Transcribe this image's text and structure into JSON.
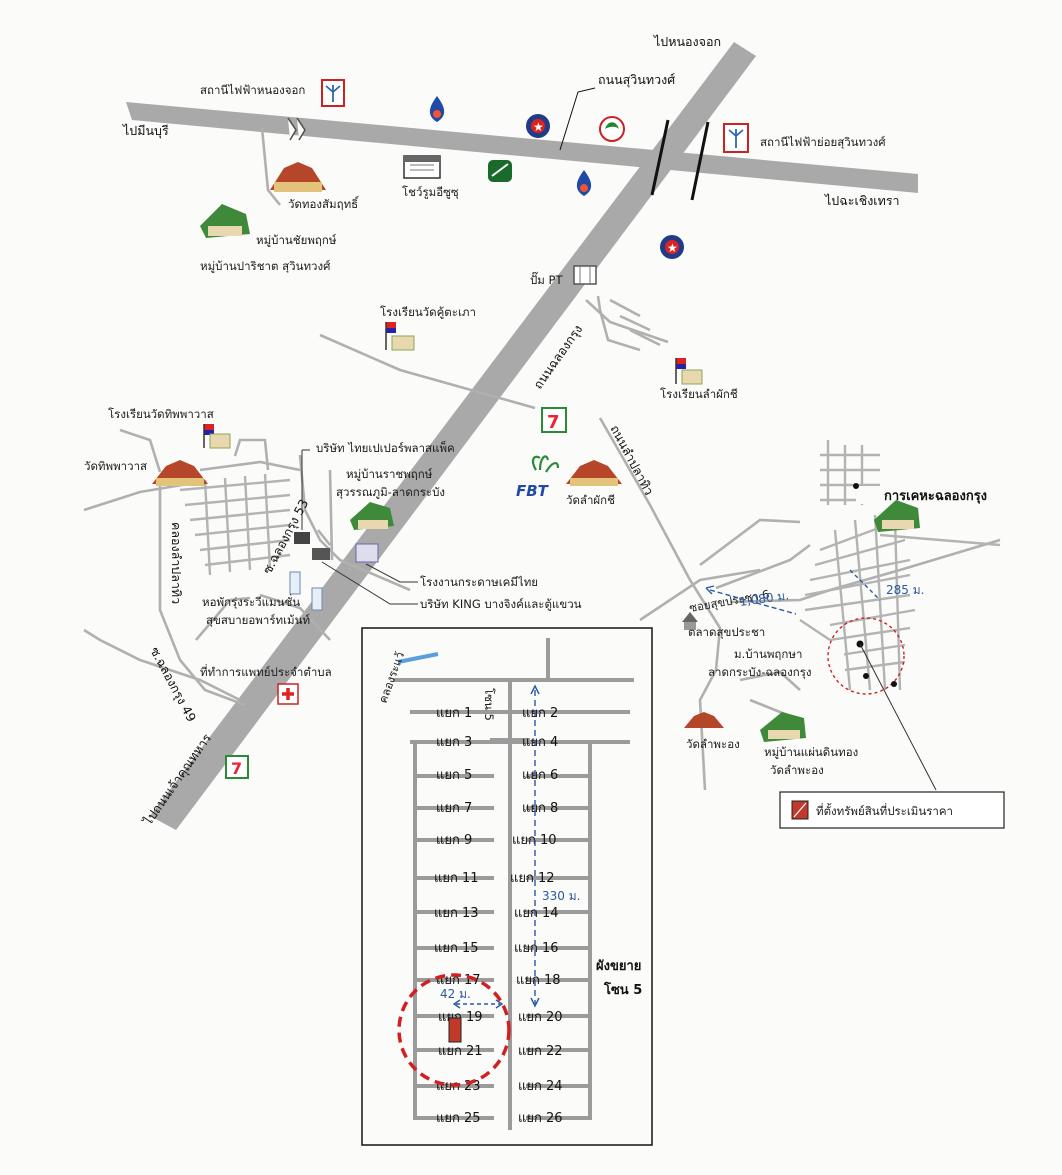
{
  "colors": {
    "road_major": "#a9a9a9",
    "road_minor": "#b3b3b3",
    "distance_blue": "#2a5aa0",
    "marker_red": "#d21f1f",
    "parcel_fill": "#c0392b"
  },
  "roads": {
    "to_nong_chok": "ไปหนองจอก",
    "to_min_buri": "ไปมีนบุรี",
    "to_chachoengsao": "ไปฉะเชิงเทรา",
    "suwinthawong": "ถนนสุวินทวงศ์",
    "chalong_krung": "ถนนฉลองกรุง",
    "lam_pla_thio": "ถนนลำปลาทิว",
    "to_hua_takhe": "ไปถนนเจ้าคุณทหาร",
    "soi_chalong_krung_53": "ซ.ฉลองกรุง 53",
    "soi_chalong_krung_49": "ซ.ฉลองกรุง 49",
    "khlong_lam_pla_thio": "คลองลำปลาทิว",
    "khlong_north": "คลองระแว้"
  },
  "places": {
    "substation_nong_chok": "สถานีไฟฟ้าหนองจอก",
    "substation_suwinthawong": "สถานีไฟฟ้าย่อยสุวินทวงศ์",
    "wat_thong": "วัดทองสัมฤทธิ์",
    "showroom": "โชว์รูมอีซูซุ",
    "mooban_chai": "หมู่บ้านชัยพฤกษ์",
    "mooban_parichat": "หมู่บ้านปาริชาต สุวินทวงศ์",
    "pump_pt": "ปั๊ม PT",
    "school_wat_khu": "โรงเรียนวัดคู้ตะเภา",
    "school_lam_phak": "โรงเรียนลำผักชี",
    "school_thipphawat": "โรงเรียนวัดทิพพาวาส",
    "wat_thipphawat": "วัดทิพพาวาส",
    "company_thai_paper": "บริษัท ไทยเปเปอร์พลาสแพ็ค",
    "mooban_ratchaphruek": "หมู่บ้านราชพฤกษ์",
    "mooban_ratchaphruek_2": "สุวรรณภูมิ-ลาดกระบัง",
    "fbt": "FBT",
    "wat_lam_phak": "วัดลำผักชี",
    "factory_paper": "โรงงานกระดาษเคมีไทย",
    "company_king": "บริษัท KING บางจิงค์และตู้แขวน",
    "dorm": "หอพักรุ่งระวีแมนชั่น",
    "apartment": "สุขสบายอพาร์ทเม้นท์",
    "health_center": "ที่ทำการแพทย์ประจำตำบล",
    "housing_authority": "การเคหะฉลองกรุง",
    "market": "ตลาดสุขประชา",
    "mooban_phruksa": "ม.บ้านพฤกษา",
    "mooban_phruksa_2": "ลาดกระบัง-ฉลองกรุง",
    "wat_lam_phak_2": "วัดลำพะอง",
    "mooban_phaen": "หมู่บ้านแผ่นดินทอง",
    "mooban_phaen_2": "วัดลำพะอง",
    "soi_suk_pracha": "ซอยสุขประชา 6",
    "seven_eleven": "7",
    "marker_location": "ที่ตั้งทรัพย์สินที่ประเมินราคา"
  },
  "distances": {
    "d1080": "1,080 ม.",
    "d285": "285 ม.",
    "d330": "330 ม.",
    "d42": "42 ม."
  },
  "inset": {
    "title": "ผังขยาย",
    "subtitle": "โซน 5",
    "zone_road": "โซน 5",
    "lanes": [
      "แยก 1",
      "แยก 2",
      "แยก 3",
      "แยก 4",
      "แยก 5",
      "แยก 6",
      "แยก 7",
      "แยก 8",
      "แยก 9",
      "แยก 10",
      "แยก 11",
      "แยก 12",
      "แยก 13",
      "แยก 14",
      "แยก 15",
      "แยก 16",
      "แยก 17",
      "แยก 18",
      "แยก 19",
      "แยก 20",
      "แยก 21",
      "แยก 22",
      "แยก 23",
      "แยก 24",
      "แยก 25",
      "แยก 26"
    ]
  },
  "legend": {
    "label": "ที่ตั้งทรัพย์สินที่ประเมินราคา"
  }
}
